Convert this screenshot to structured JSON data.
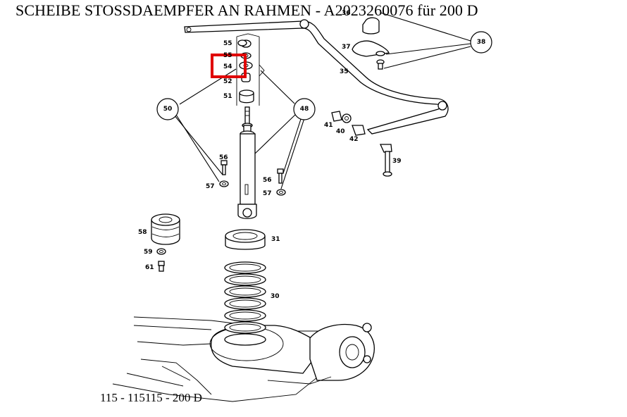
{
  "header": {
    "title": "SCHEIBE STOSSDAEMPFER AN RAHMEN - A2023260076 für 200 D"
  },
  "footer": {
    "caption": "115 - 115115 - 200 D"
  },
  "highlight": {
    "color": "#e00000",
    "part_number": "54"
  },
  "diagram": {
    "part_labels": {
      "p55a": "55",
      "p55b": "55",
      "p54": "54",
      "p52": "52",
      "p51": "51",
      "p50": "50",
      "p48": "48",
      "p56a": "56",
      "p57a": "57",
      "p56b": "56",
      "p57b": "57",
      "p58": "58",
      "p59": "59",
      "p61": "61",
      "p31": "31",
      "p30": "30",
      "p36": "36",
      "p37": "37",
      "p38": "38",
      "p35": "35",
      "p41": "41",
      "p40": "40",
      "p42": "42",
      "p39": "39"
    }
  }
}
